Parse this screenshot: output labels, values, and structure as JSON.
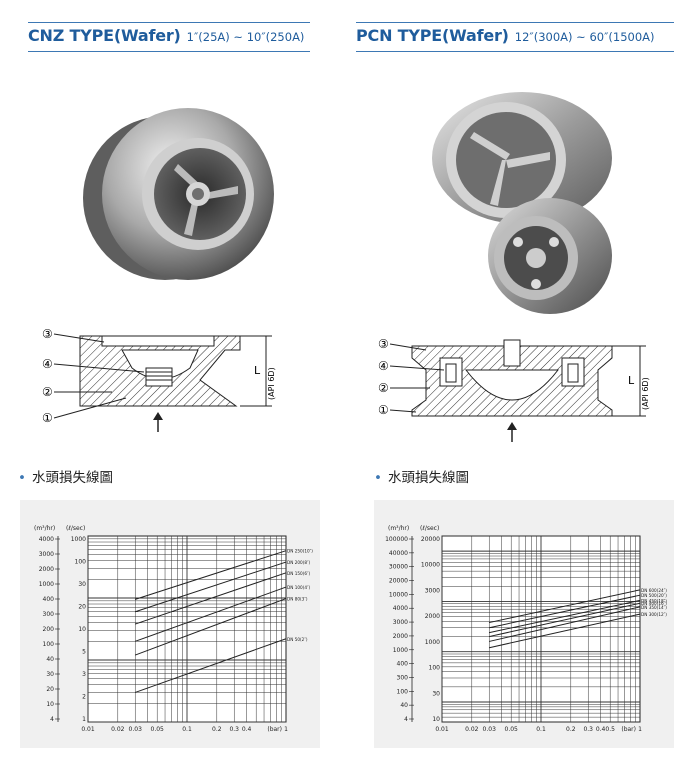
{
  "left": {
    "title": "CNZ TYPE(Wafer)",
    "range": "1″(25A) ~ 10″(250A)",
    "diagram_labels": [
      "③",
      "④",
      "②",
      "①"
    ],
    "dim_label": "L",
    "dim_note": "(API 6D)",
    "section_heading": "水頭損失線圖",
    "chart_data": {
      "type": "line",
      "title": "",
      "x_unit": "(bar)",
      "y_unit_left": "(m³/hr)",
      "y_unit_right": "(ℓ/sec)",
      "x_ticks": [
        "0.01",
        "0.02",
        "0.03",
        "0.05",
        "0.1",
        "0.2",
        "0.3",
        "0.4",
        "1"
      ],
      "y_ticks_left": [
        "4000",
        "3000",
        "2000",
        "1000",
        "400",
        "300",
        "200",
        "100",
        "40",
        "30",
        "20",
        "10",
        "4"
      ],
      "y_ticks_right": [
        "1000",
        "100",
        "30",
        "20",
        "10",
        "5",
        "3",
        "2",
        "1"
      ],
      "xlim": [
        0.01,
        1
      ],
      "ylim": [
        1,
        1000
      ],
      "log_x": true,
      "log_y": true,
      "grid": true,
      "series": [
        {
          "name": "DN 250(10″)",
          "points": [
            [
              0.03,
              95
            ],
            [
              1,
              580
            ]
          ]
        },
        {
          "name": "DN 200(8″)",
          "points": [
            [
              0.03,
              60
            ],
            [
              1,
              380
            ]
          ]
        },
        {
          "name": "DN 150(6″)",
          "points": [
            [
              0.03,
              38
            ],
            [
              1,
              255
            ]
          ]
        },
        {
          "name": "DN 100(4″)",
          "points": [
            [
              0.03,
              20
            ],
            [
              1,
              150
            ]
          ]
        },
        {
          "name": "DN 80(3″)",
          "points": [
            [
              0.03,
              12
            ],
            [
              1,
              98
            ]
          ]
        },
        {
          "name": "DN 50(2″)",
          "points": [
            [
              0.03,
              3
            ],
            [
              1,
              22
            ]
          ]
        }
      ]
    }
  },
  "right": {
    "title": "PCN TYPE(Wafer)",
    "range": "12″(300A) ~ 60″(1500A)",
    "diagram_labels": [
      "③",
      "④",
      "②",
      "①"
    ],
    "dim_label": "L",
    "dim_note": "(API 6D)",
    "section_heading": "水頭損失線圖",
    "chart_data": {
      "type": "line",
      "title": "",
      "x_unit": "(bar)",
      "y_unit_left": "(m³/hr)",
      "y_unit_right": "(ℓ/sec)",
      "x_ticks": [
        "0.01",
        "0.02",
        "0.03",
        "0.05",
        "0.1",
        "0.2",
        "0.3",
        "0.4",
        "0.5",
        "1"
      ],
      "y_ticks_left": [
        "100000",
        "40000",
        "30000",
        "20000",
        "10000",
        "4000",
        "3000",
        "2000",
        "1000",
        "400",
        "300",
        "100",
        "40",
        "4"
      ],
      "y_ticks_right": [
        "20000",
        "10000",
        "3000",
        "2000",
        "1000",
        "100",
        "30",
        "10"
      ],
      "xlim": [
        0.01,
        1
      ],
      "ylim": [
        4,
        20000
      ],
      "log_x": true,
      "log_y": true,
      "grid": true,
      "series": [
        {
          "name": "DN 600(24″)",
          "points": [
            [
              0.03,
              380
            ],
            [
              1,
              1700
            ]
          ]
        },
        {
          "name": "DN 500(20″)",
          "points": [
            [
              0.03,
              300
            ],
            [
              1,
              1330
            ]
          ]
        },
        {
          "name": "DN 450(18″)",
          "points": [
            [
              0.03,
              240
            ],
            [
              1,
              1050
            ]
          ]
        },
        {
          "name": "DN 400(16″)",
          "points": [
            [
              0.03,
              200
            ],
            [
              1,
              920
            ]
          ]
        },
        {
          "name": "DN 350(14″)",
          "points": [
            [
              0.03,
              160
            ],
            [
              1,
              780
            ]
          ]
        },
        {
          "name": "DN 300(12″)",
          "points": [
            [
              0.03,
              120
            ],
            [
              1,
              560
            ]
          ]
        }
      ]
    }
  }
}
